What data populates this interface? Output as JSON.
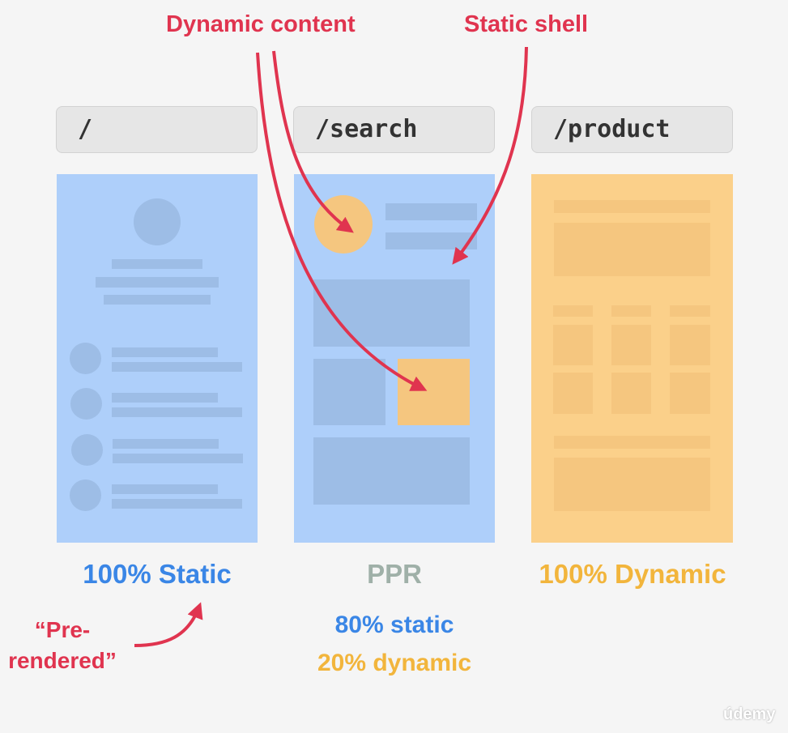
{
  "annotations": {
    "dynamic_content": "Dynamic content",
    "static_shell": "Static shell",
    "prerendered": "“Pre-\nrendered”"
  },
  "routes": [
    {
      "path": "/"
    },
    {
      "path": "/search"
    },
    {
      "path": "/product"
    }
  ],
  "captions": {
    "static": "100% Static",
    "ppr": "PPR",
    "ppr_static": "80% static",
    "ppr_dynamic": "20% dynamic",
    "dynamic": "100% Dynamic"
  },
  "watermark": "údemy",
  "colors": {
    "static_blue": "#aecffa",
    "dynamic_orange": "#fbd08a",
    "caption_blue": "#3a86e6",
    "caption_orange": "#f2b53c",
    "annotation_red": "#e0344f"
  }
}
